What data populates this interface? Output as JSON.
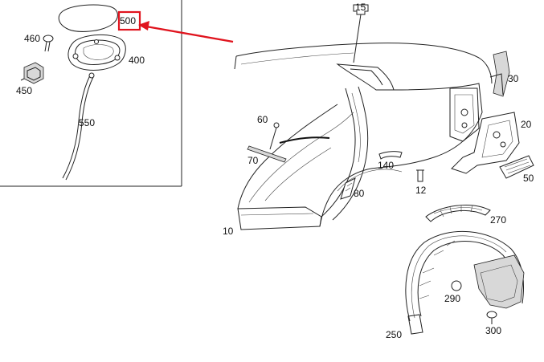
{
  "diagram": {
    "inset_labels": {
      "p500": "500",
      "p460": "460",
      "p400": "400",
      "p450": "450",
      "p550": "550"
    },
    "main_labels": {
      "p15": "15",
      "p30": "30",
      "p60": "60",
      "p20": "20",
      "p70": "70",
      "p140": "140",
      "p50": "50",
      "p80": "80",
      "p12": "12",
      "p10": "10",
      "p270": "270",
      "p290": "290",
      "p250": "250",
      "p300": "300"
    },
    "colors": {
      "line": "#222222",
      "highlight": "#e0141e",
      "background": "#ffffff"
    }
  }
}
